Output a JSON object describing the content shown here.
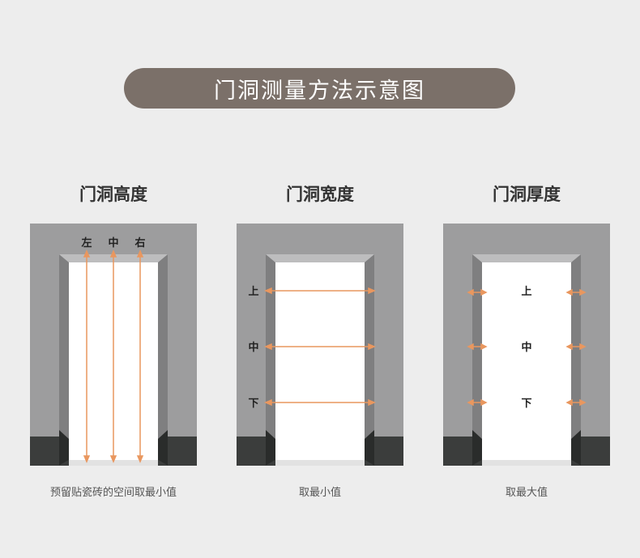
{
  "banner": {
    "title": "门洞测量方法示意图"
  },
  "panels": [
    {
      "title": "门洞高度",
      "caption": "预留贴瓷砖的空间取最小值",
      "labels": [
        "左",
        "中",
        "右"
      ]
    },
    {
      "title": "门洞宽度",
      "caption": "取最小值",
      "labels": [
        "上",
        "中",
        "下"
      ]
    },
    {
      "title": "门洞厚度",
      "caption": "取最大值",
      "labels": [
        "上",
        "中",
        "下"
      ]
    }
  ],
  "colors": {
    "banner_bg": "#7b7069",
    "wall": "#9d9d9e",
    "jamb": "#8a8a8b",
    "skirting": "#3b3d3c",
    "opening": "#ffffff",
    "arrow": "#e9975f"
  }
}
